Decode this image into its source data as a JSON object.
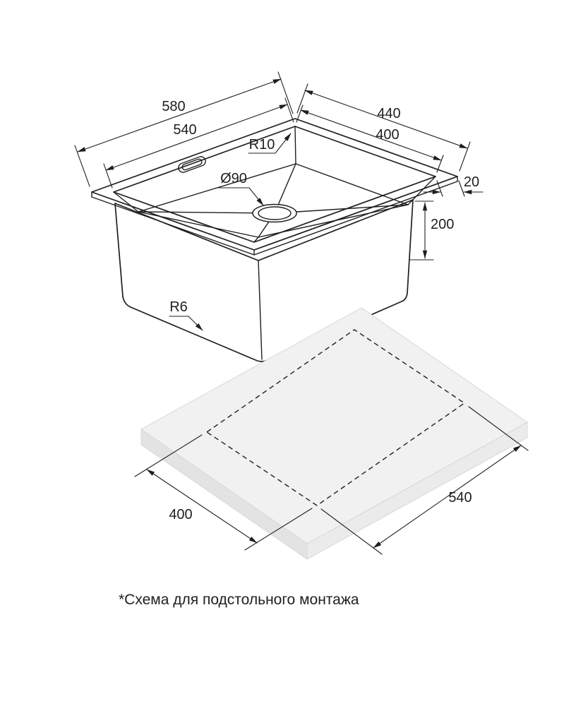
{
  "theme": {
    "background": "#ffffff",
    "ink": "#1f1f1f",
    "slab-top": "#f1f1f1",
    "slab-left": "#e3e3e3",
    "slab-right": "#ebebeb",
    "slab-edge": "#d8d8d8"
  },
  "sink_view": {
    "width_outer": "580",
    "width_inner": "540",
    "depth_outer": "440",
    "depth_inner": "400",
    "flange_width": "20",
    "bowl_depth": "200",
    "top_corner_radius": "R10",
    "drain_diameter": "Ø90",
    "bottom_corner_radius": "R6"
  },
  "cutout_view": {
    "cutout_short_side": "400",
    "cutout_long_side": "540"
  },
  "footnote": "*Схема для подстольного монтажа"
}
